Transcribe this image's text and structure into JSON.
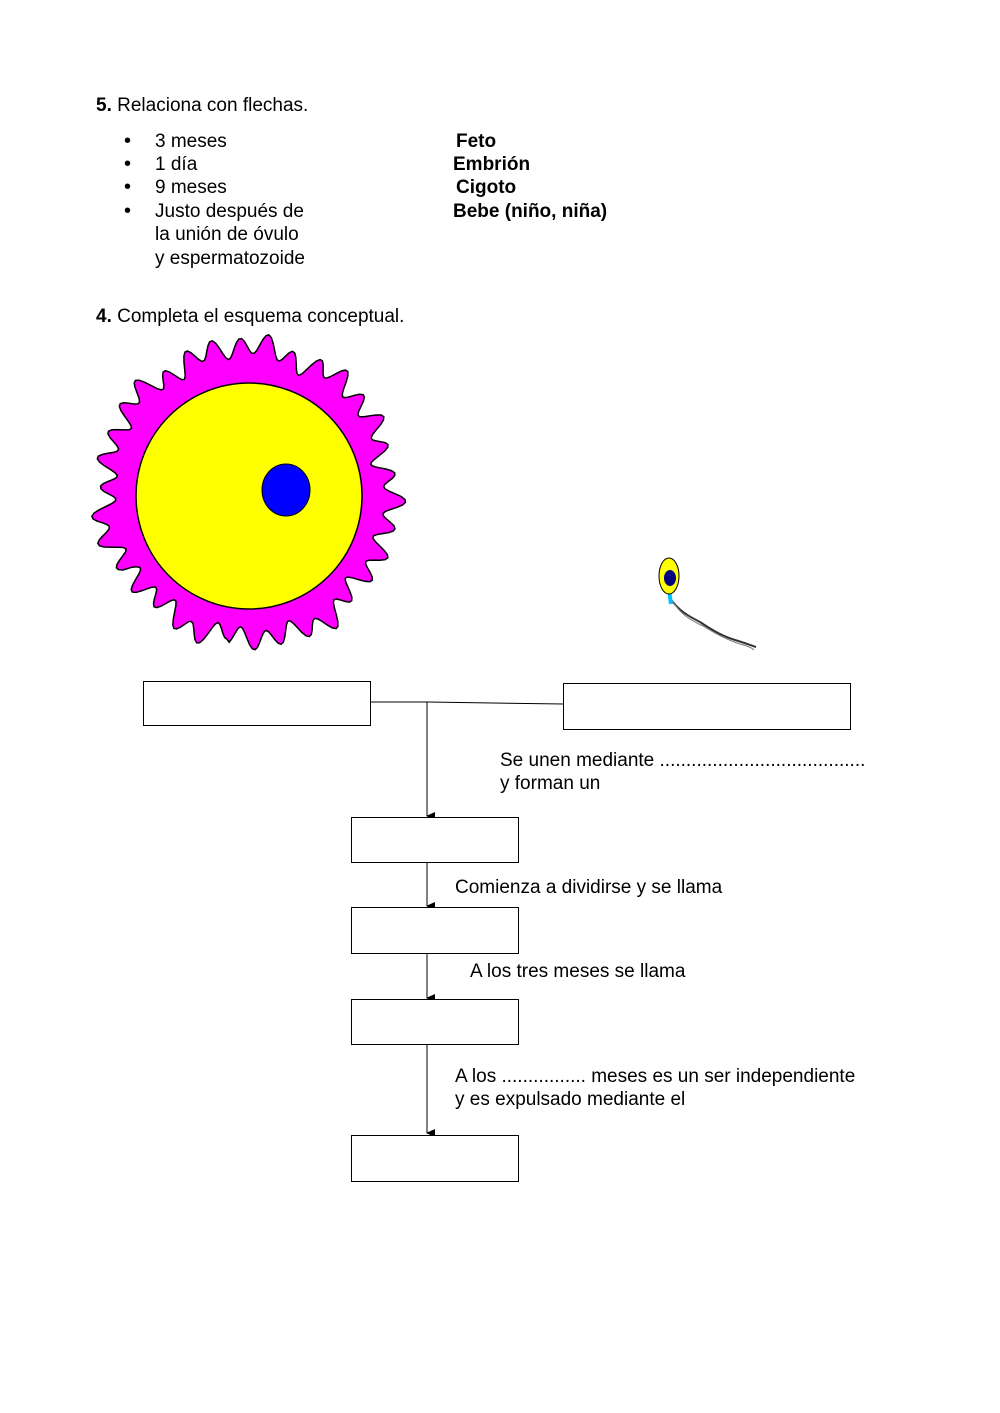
{
  "q5": {
    "number": "5.",
    "title": "Relaciona con flechas.",
    "left_items": [
      {
        "lines": [
          "3 meses"
        ]
      },
      {
        "lines": [
          "1 día"
        ]
      },
      {
        "lines": [
          "9 meses"
        ]
      },
      {
        "lines": [
          "Justo después de",
          "la unión de óvulo",
          "y espermatozoide"
        ]
      }
    ],
    "bullet": "•",
    "right_items": [
      "Feto",
      "Embrión",
      "Cigoto",
      "Bebe (niño, niña)"
    ]
  },
  "q4": {
    "number": "4.",
    "title": "Completa el esquema conceptual.",
    "labels": {
      "join_line1": "Se unen mediante .......................................",
      "join_line2": "y forman un",
      "divide": "Comienza a dividirse y se llama",
      "three_months": "A los tres meses se llama",
      "birth_line1": "A los ................ meses es un ser independiente",
      "birth_line2": "y es expulsado mediante el"
    },
    "colors": {
      "ovum_membrane": "#ff00ff",
      "ovum_cytoplasm": "#ffff00",
      "nucleus": "#0000ff",
      "sperm_head": "#ffff00",
      "sperm_nucleus": "#000080",
      "sperm_midpiece": "#00c0ff"
    }
  }
}
